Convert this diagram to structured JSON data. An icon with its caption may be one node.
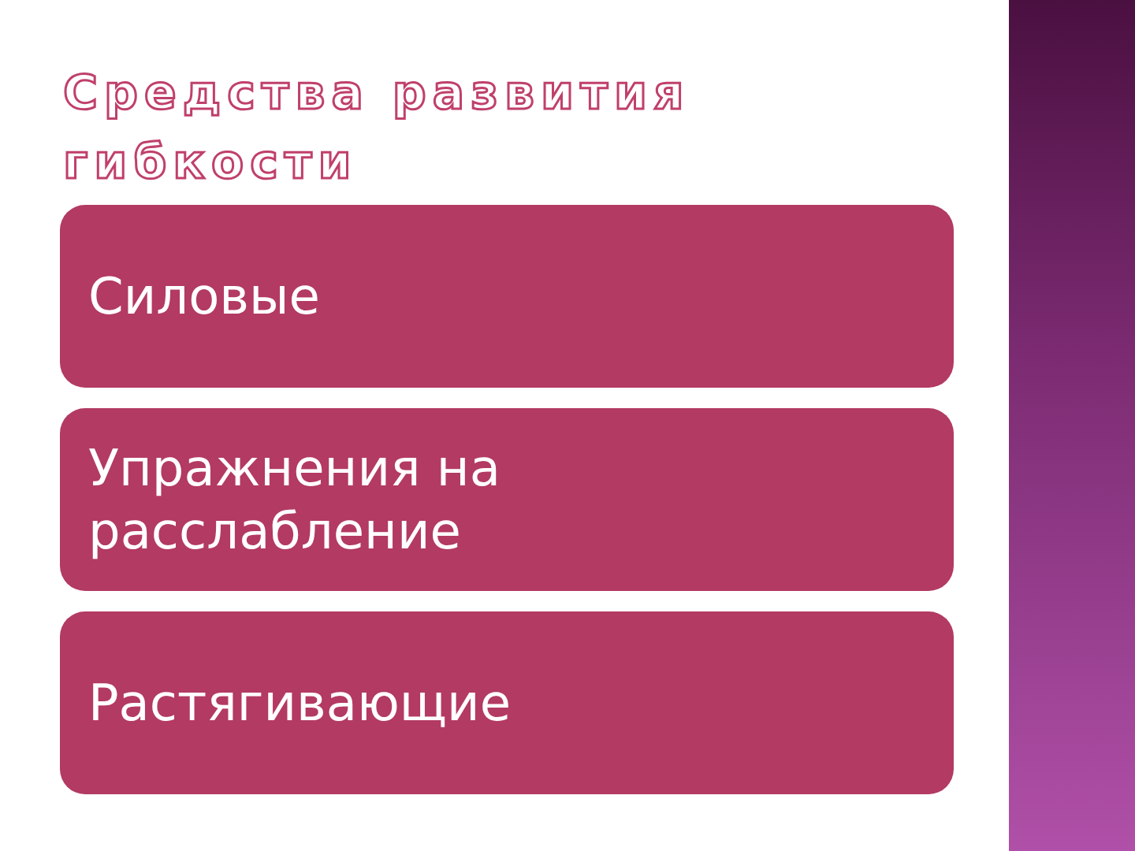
{
  "diagram": {
    "title": "Средства развития гибкости",
    "nodes": [
      {
        "text": [
          "Силовые"
        ]
      },
      {
        "text": [
          "Упражнения на расслабление"
        ]
      },
      {
        "text": [
          "Растягивающие"
        ]
      }
    ]
  }
}
